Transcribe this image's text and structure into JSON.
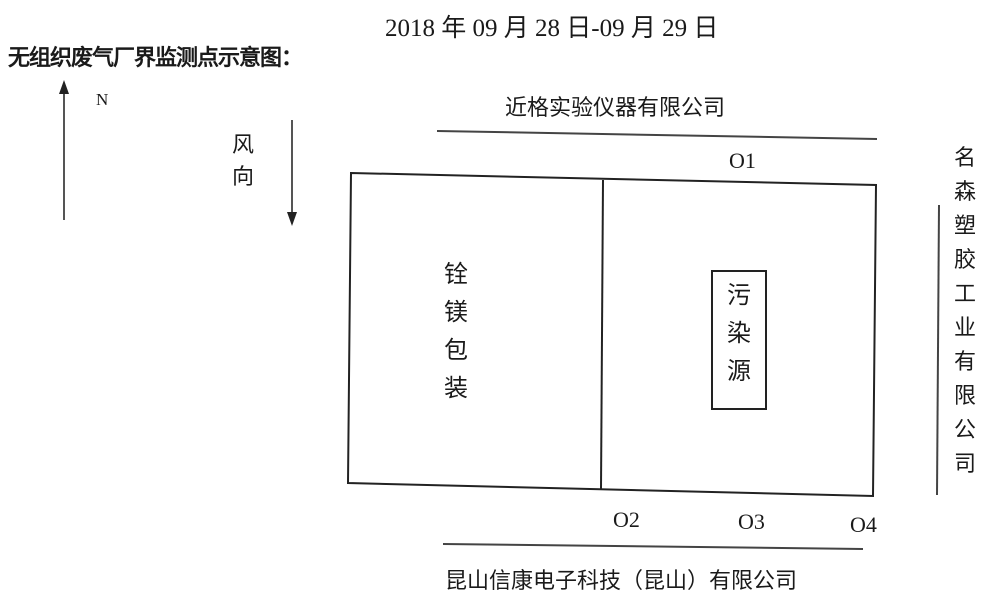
{
  "header": {
    "date": "2018 年 09 月 28 日-09 月 29 日",
    "title": "无组织废气厂界监测点示意图："
  },
  "compass": {
    "north_label": "N"
  },
  "wind": {
    "chars": [
      "风",
      "向"
    ]
  },
  "neighbors": {
    "top": "近格实验仪器有限公司",
    "bottom": "昆山信康电子科技（昆山）有限公司",
    "right_chars": [
      "名",
      "森",
      "塑",
      "胶",
      "工",
      "业",
      "有",
      "限",
      "公",
      "司"
    ]
  },
  "areas": {
    "left_chars": [
      "铨",
      "镁",
      "包",
      "装"
    ],
    "source_chars": [
      "污",
      "染",
      "源"
    ]
  },
  "points": {
    "p1": "O1",
    "p2": "O2",
    "p3": "O3",
    "p4": "O4"
  }
}
